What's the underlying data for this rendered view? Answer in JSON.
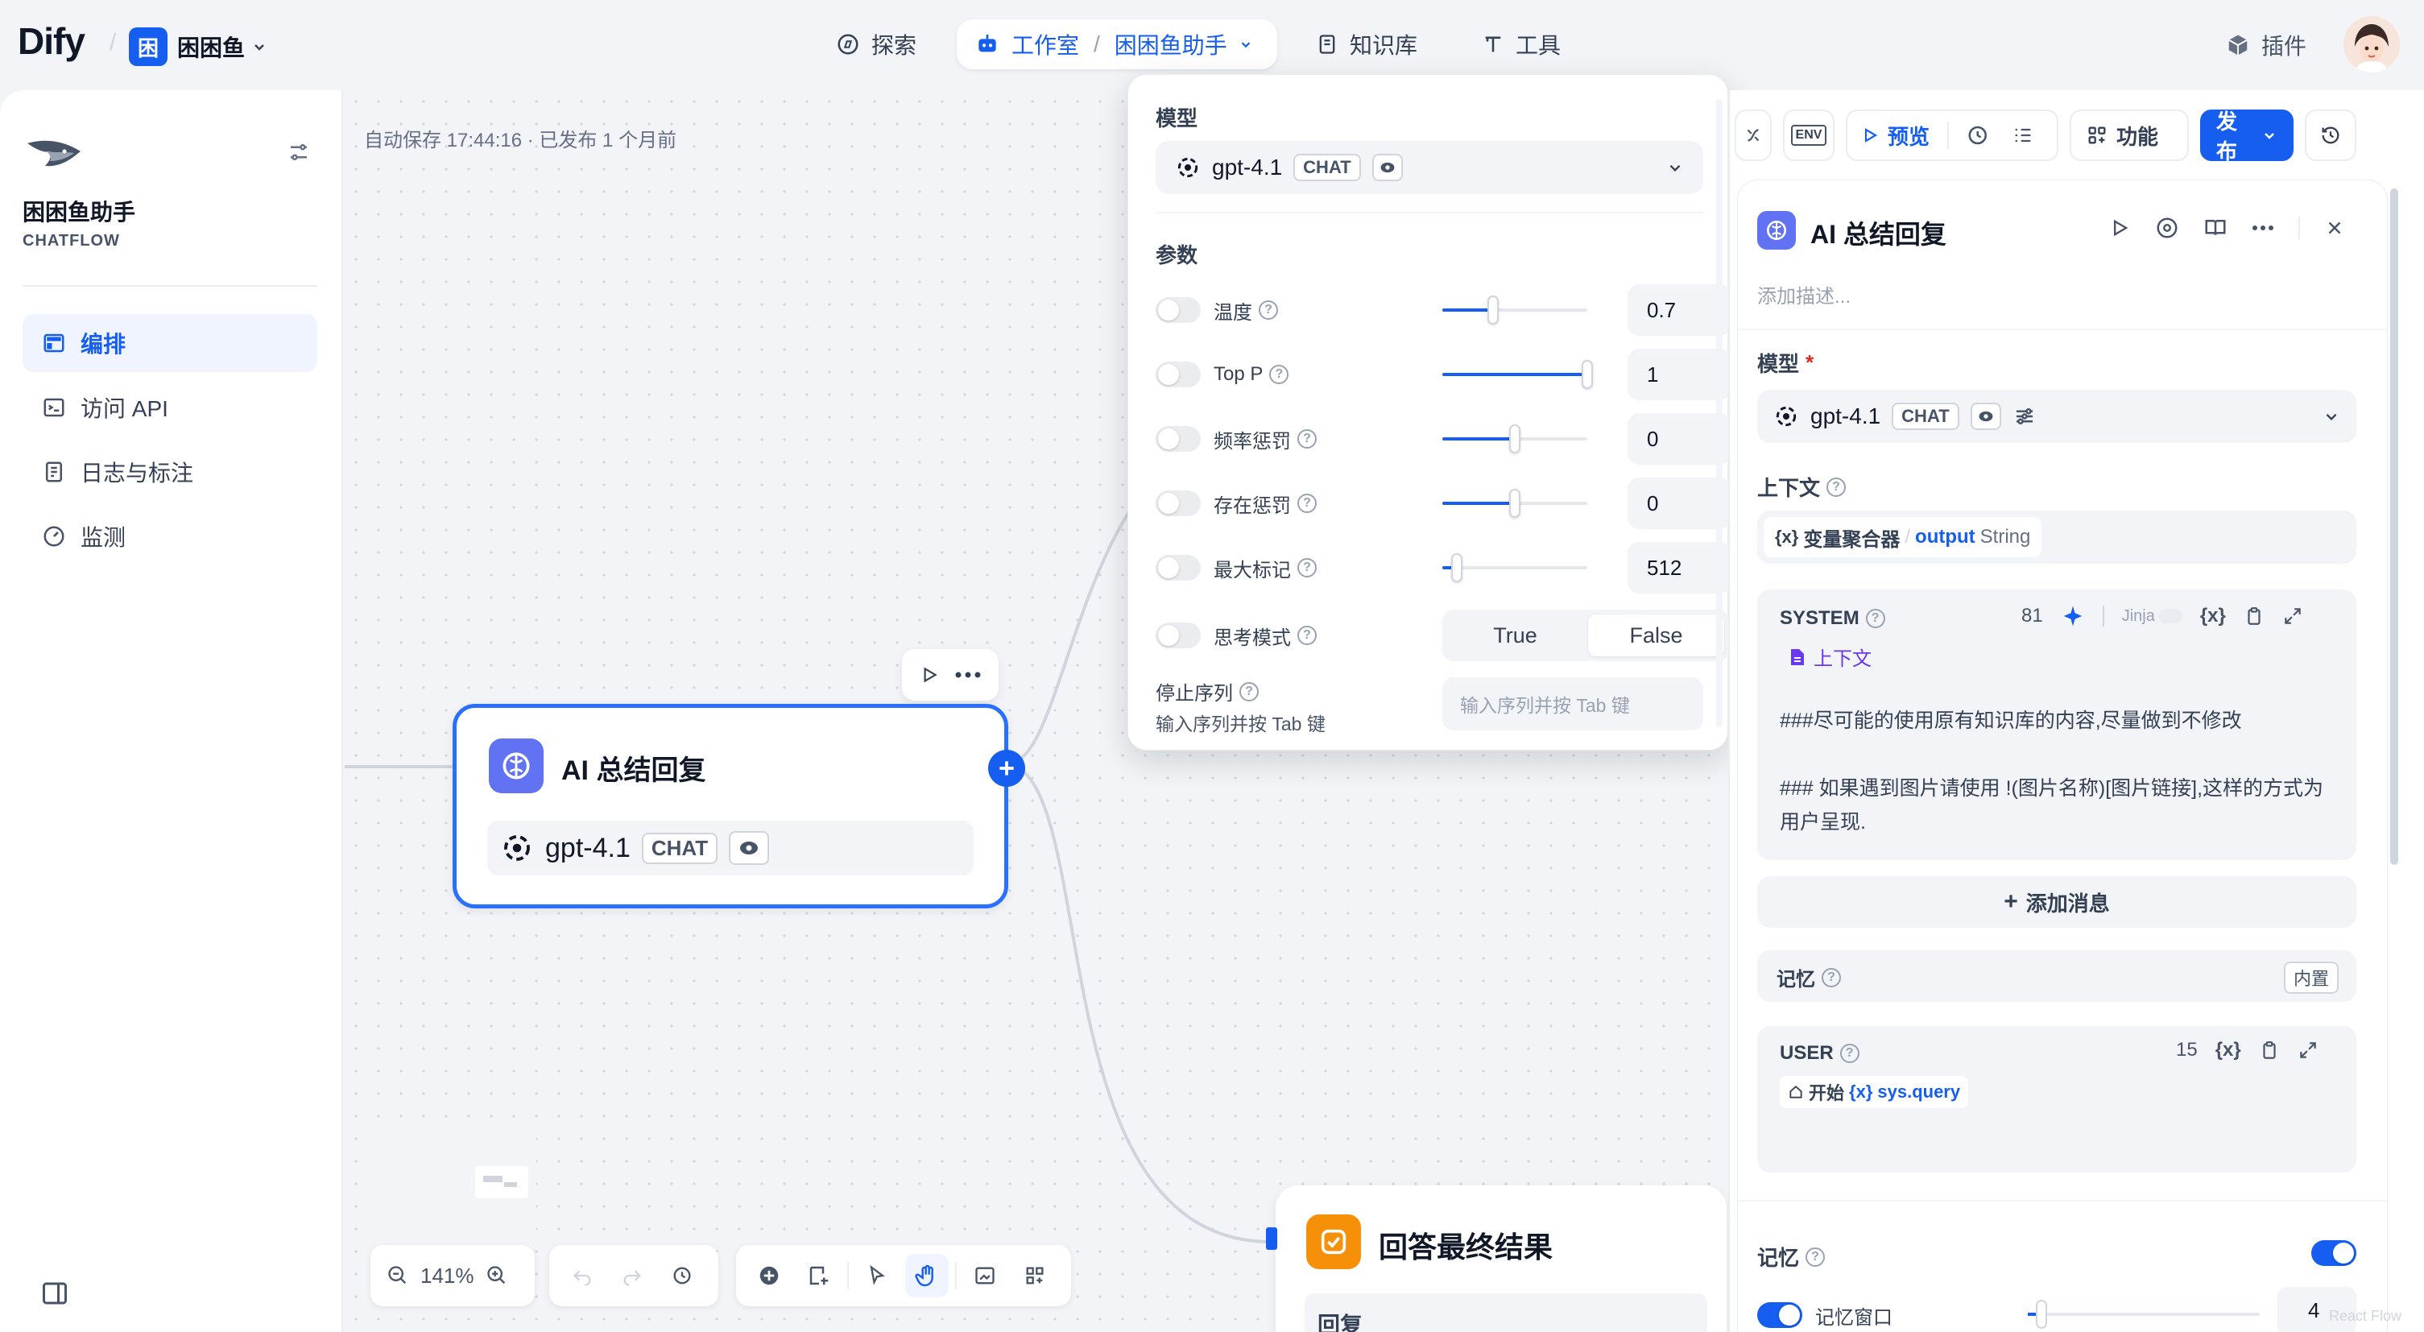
{
  "topbar": {
    "logo": "Dify",
    "workspace_initial": "困",
    "workspace_name": "困困鱼",
    "nav": {
      "explore": "探索",
      "studio": "工作室",
      "separator": "/",
      "current_app": "困困鱼助手",
      "knowledge": "知识库",
      "tools": "工具"
    },
    "plugins": "插件"
  },
  "sidebar": {
    "app_name": "困困鱼助手",
    "app_type": "CHATFLOW",
    "items": [
      {
        "label": "编排",
        "icon": "layout-icon"
      },
      {
        "label": "访问 API",
        "icon": "terminal-icon"
      },
      {
        "label": "日志与标注",
        "icon": "document-icon"
      },
      {
        "label": "监测",
        "icon": "gauge-icon"
      }
    ]
  },
  "canvas": {
    "autosave": "自动保存 17:44:16 · 已发布 1 个月前",
    "node_llm": {
      "title": "AI 总结回复",
      "model": "gpt-4.1",
      "mode": "CHAT"
    },
    "node_answer": {
      "title": "回答最终结果",
      "field": "回复"
    },
    "zoom": "141%",
    "watermark": "React Flow"
  },
  "popover": {
    "model_label": "模型",
    "model": "gpt-4.1",
    "mode": "CHAT",
    "params_label": "参数",
    "params": [
      {
        "label": "温度",
        "value": "0.7",
        "level": 0.35
      },
      {
        "label": "Top P",
        "value": "1",
        "level": 1.0
      },
      {
        "label": "频率惩罚",
        "value": "0",
        "level": 0.5
      },
      {
        "label": "存在惩罚",
        "value": "0",
        "level": 0.5
      },
      {
        "label": "最大标记",
        "value": "512",
        "level": 0.1
      }
    ],
    "thinking": {
      "label": "思考模式",
      "true": "True",
      "false": "False",
      "selected": "False"
    },
    "stop": {
      "label": "停止序列",
      "hint": "输入序列并按 Tab 键",
      "placeholder": "输入序列并按 Tab 键"
    }
  },
  "right": {
    "header_buttons": {
      "env": "ENV",
      "preview": "预览",
      "features": "功能",
      "publish": "发布"
    },
    "node_title": "AI 总结回复",
    "description_placeholder": "添加描述...",
    "model_section": "模型",
    "required_mark": "*",
    "model": "gpt-4.1",
    "mode": "CHAT",
    "context_section": "上下文",
    "context_var": {
      "node": "变量聚合器",
      "slash": "/",
      "var": "output",
      "type": "String"
    },
    "system": {
      "label": "SYSTEM",
      "count": "81",
      "jinja": "Jinja",
      "context_tag": "上下文",
      "line1": "###尽可能的使用原有知识库的内容,尽量做到不修改",
      "line2": "### 如果遇到图片请使用 !(图片名称)[图片链接],这样的方式为用户呈现."
    },
    "add_message": "添加消息",
    "memory_row": {
      "label": "记忆",
      "badge": "内置"
    },
    "user": {
      "label": "USER",
      "count": "15",
      "node": "开始",
      "var": "sys.query"
    },
    "memory_toggle_label": "记忆",
    "memory_window_label": "记忆窗口",
    "memory_window_value": "4"
  }
}
